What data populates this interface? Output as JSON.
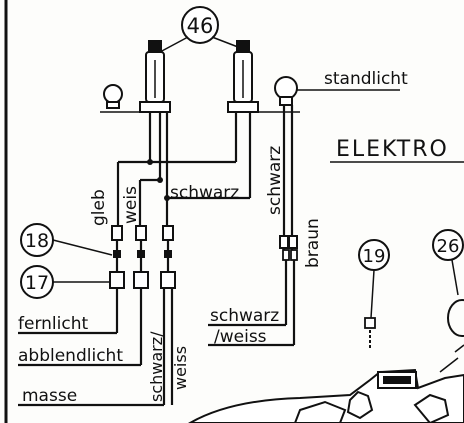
{
  "diagram": {
    "heading": "ELEKTRO",
    "callouts": [
      "46",
      "18",
      "17",
      "19",
      "26"
    ],
    "labels": {
      "standlicht": "standlicht",
      "gleb": "gleb",
      "weis": "weis",
      "schwarz_top": "schwarz",
      "schwarz_right": "schwarz",
      "braun": "braun",
      "fernlicht": "fernlicht",
      "abblendlicht": "abblendlicht",
      "masse": "masse",
      "schwarz_weiss_left_1": "schwarz/",
      "schwarz_weiss_left_2": "weiss",
      "schwarz_weiss_right_1": "schwarz",
      "schwarz_weiss_right_2": "/weiss"
    }
  }
}
